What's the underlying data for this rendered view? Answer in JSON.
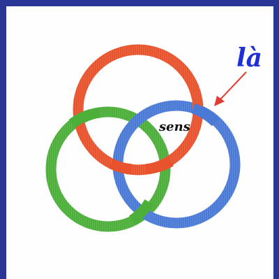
{
  "diagram": {
    "labels": {
      "la": "là",
      "sens": "sens"
    },
    "rings": [
      {
        "name": "red-ring",
        "color": "#e8522c",
        "dark": "#b23514"
      },
      {
        "name": "green-ring",
        "color": "#4caf3a",
        "dark": "#2d7d1f"
      },
      {
        "name": "blue-ring",
        "color": "#4a79d6",
        "dark": "#2a4ea6"
      }
    ],
    "colors": {
      "frame": "#283593",
      "label_la": "#1f2fd6",
      "label_sens": "#111111",
      "arrow": "#e53935"
    }
  }
}
